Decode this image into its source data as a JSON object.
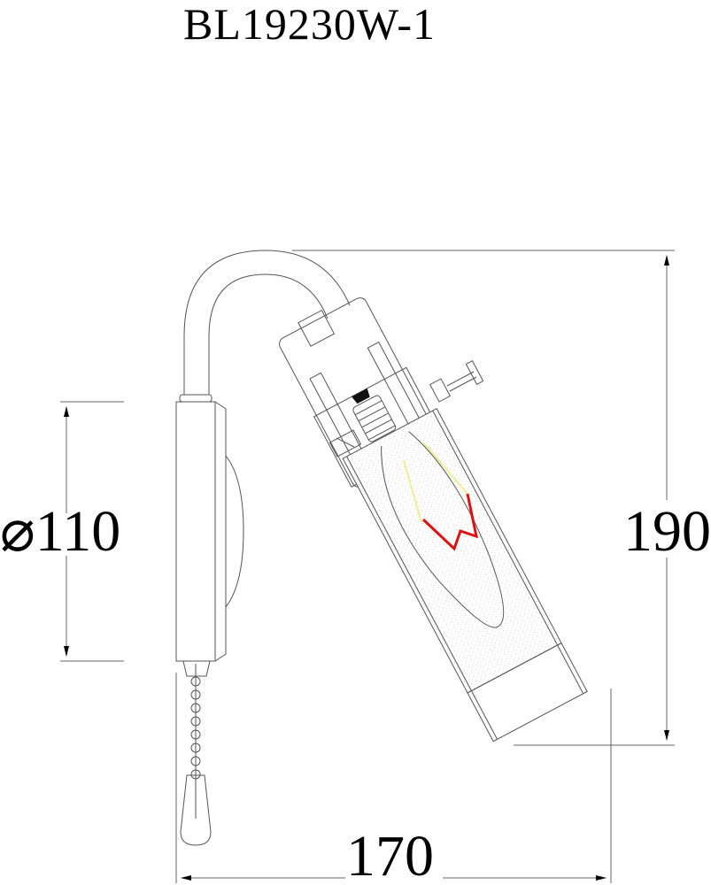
{
  "drawing": {
    "title": "BL19230W-1",
    "type": "wall sconce side-view technical drawing",
    "dimensions": {
      "diameter_label": "⌀110",
      "height_label": "190",
      "width_label": "170"
    },
    "colors": {
      "line": "#555555",
      "filament": "#dd1111",
      "lead_wires": "#f0f0a0",
      "text": "#000000"
    },
    "parts": [
      "wall plate",
      "curved arm",
      "socket holder",
      "E14 socket",
      "candle bulb",
      "glass shade",
      "pull chain",
      "pull knob",
      "adjustment screws"
    ]
  }
}
